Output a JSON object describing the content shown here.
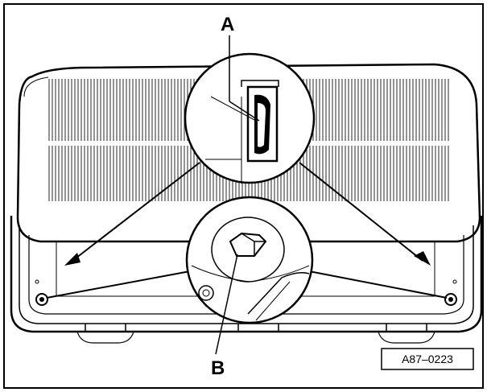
{
  "diagram": {
    "callout_a": "A",
    "callout_b": "B",
    "figure_ref": "A87–0223"
  },
  "colors": {
    "ink": "#000000",
    "paper": "#ffffff",
    "grille": "#3a3a3a"
  }
}
